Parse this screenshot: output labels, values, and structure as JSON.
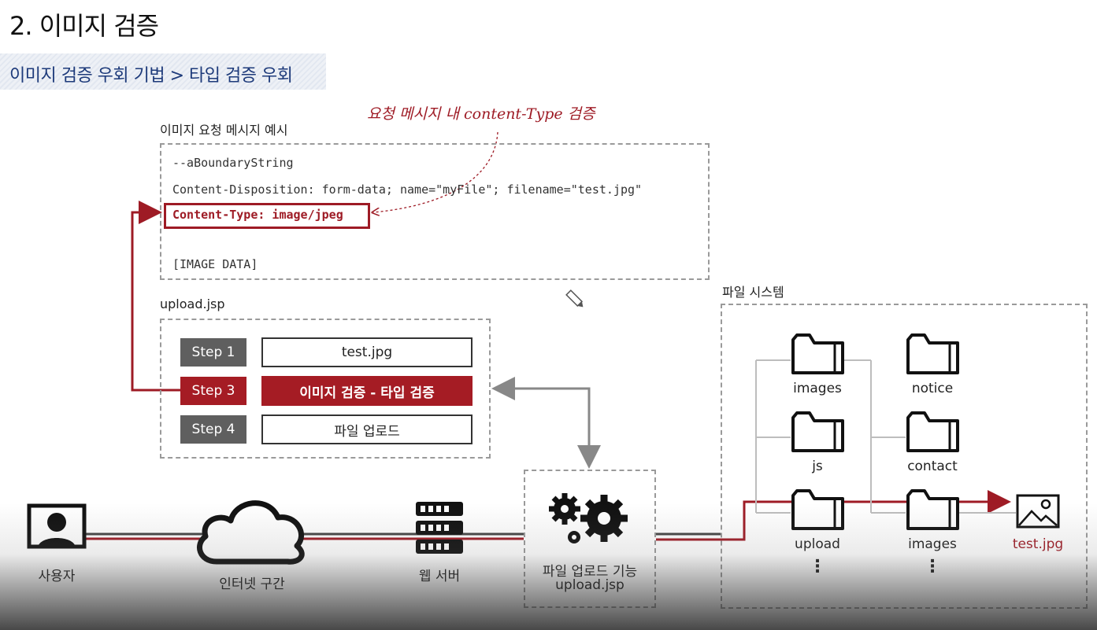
{
  "header": {
    "title": "2. 이미지 검증",
    "subtitle": "이미지 검증 우회 기법 > 타입 검증 우회"
  },
  "request_example": {
    "label": "이미지 요청 메시지 예시",
    "annotation": "요청 메시지 내 content-Type 검증",
    "lines": [
      "--aBoundaryString",
      "Content-Disposition: form-data; name=\"myFile\"; filename=\"test.jpg\"",
      "Content-Type: image/jpeg",
      "[IMAGE DATA]"
    ]
  },
  "upload_jsp": {
    "label": "upload.jsp",
    "steps": [
      {
        "tag": "Step 1",
        "text": "test.jpg",
        "highlight": false
      },
      {
        "tag": "Step 3",
        "text": "이미지 검증 - 타입 검증",
        "highlight": true
      },
      {
        "tag": "Step 4",
        "text": "파일 업로드",
        "highlight": false
      }
    ]
  },
  "flow": {
    "user": "사용자",
    "internet": "인터넷 구간",
    "web_server": "웹 서버",
    "upload_feature": "파일 업로드 기능",
    "upload_file": "upload.jsp"
  },
  "file_system": {
    "label": "파일 시스템",
    "col1": [
      "images",
      "js",
      "upload"
    ],
    "col2": [
      "notice",
      "contact",
      "images"
    ],
    "ellipsis": "⋮",
    "target_file": "test.jpg"
  },
  "colors": {
    "accent": "#9e1b25",
    "step_gray": "#5f5f5f",
    "subtitle_blue": "#1d3a7a"
  }
}
